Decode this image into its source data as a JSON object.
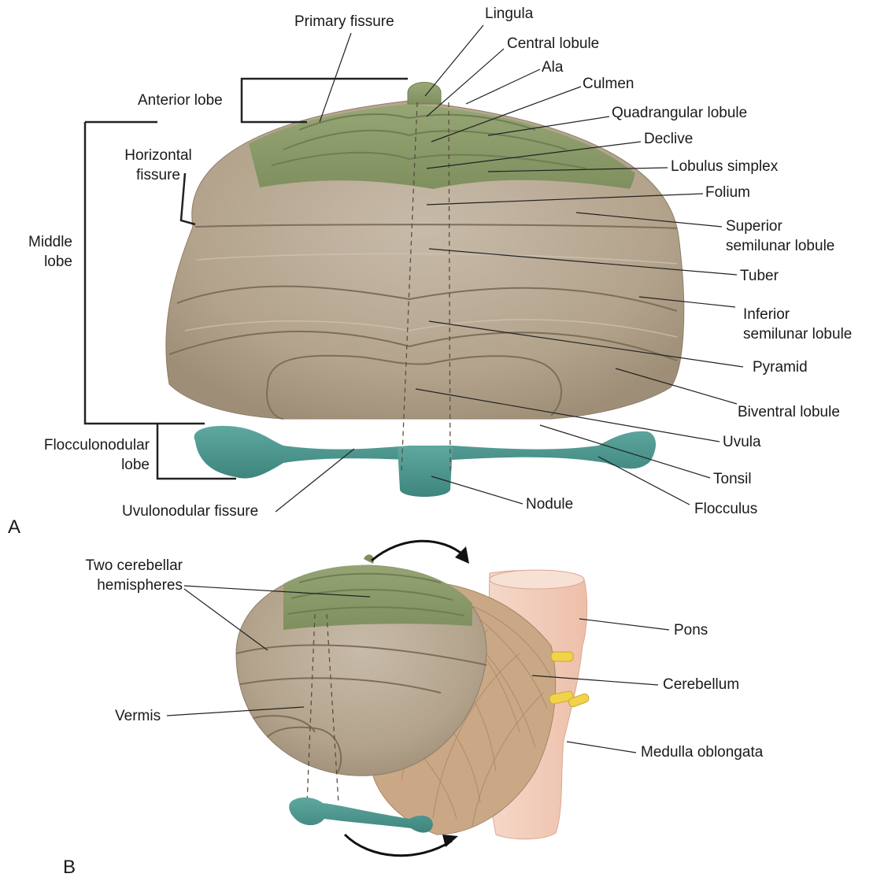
{
  "panel_a": {
    "letter": "A",
    "labels": {
      "primary_fissure": "Primary fissure",
      "lingula": "Lingula",
      "central_lobule": "Central lobule",
      "ala": "Ala",
      "culmen": "Culmen",
      "anterior_lobe": "Anterior lobe",
      "quadrangular_lobule": "Quadrangular lobule",
      "declive": "Declive",
      "horizontal_fissure_1": "Horizontal",
      "horizontal_fissure_2": "fissure",
      "lobulus_simplex": "Lobulus simplex",
      "folium": "Folium",
      "middle_lobe_1": "Middle",
      "middle_lobe_2": "lobe",
      "superior_semilunar_1": "Superior",
      "superior_semilunar_2": "semilunar lobule",
      "tuber": "Tuber",
      "inferior_semilunar_1": "Inferior",
      "inferior_semilunar_2": "semilunar lobule",
      "pyramid": "Pyramid",
      "biventral_lobule": "Biventral lobule",
      "flocculonodular_1": "Flocculonodular",
      "flocculonodular_2": "lobe",
      "uvula": "Uvula",
      "tonsil": "Tonsil",
      "uvulonodular_fissure": "Uvulonodular fissure",
      "nodule": "Nodule",
      "flocculus": "Flocculus"
    }
  },
  "panel_b": {
    "letter": "B",
    "labels": {
      "two_hemispheres_1": "Two cerebellar",
      "two_hemispheres_2": "hemispheres",
      "pons": "Pons",
      "cerebellum": "Cerebellum",
      "vermis": "Vermis",
      "medulla_oblongata": "Medulla oblongata"
    }
  },
  "colors": {
    "lobe_fill": "#b5a58e",
    "anterior_green": "#8d9b6c",
    "flocculonodular_teal": "#4f9990",
    "brainstem_pink": "#f3cdbb",
    "nerve_yellow": "#f1d24a",
    "leader_line": "#222222"
  }
}
